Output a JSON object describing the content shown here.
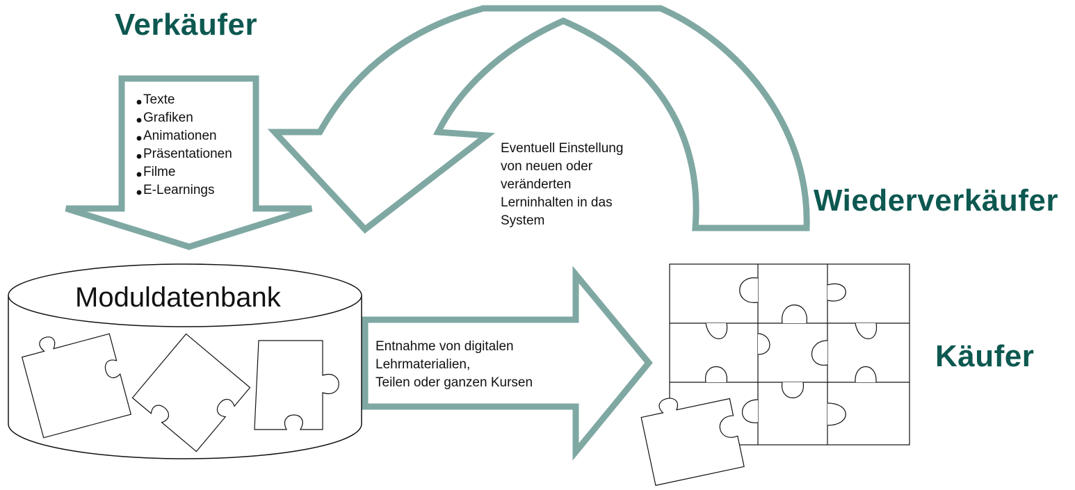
{
  "colors": {
    "heading": "#0d5850",
    "arrow_stroke": "#7fa8a3",
    "text": "#111111",
    "outline": "#111111"
  },
  "roles": {
    "seller": "Verkäufer",
    "reseller": "Wiederverkäufer",
    "buyer": "Käufer"
  },
  "content_types": [
    "Texte",
    "Grafiken",
    "Animationen",
    "Präsentationen",
    "Filme",
    "E-Learnings"
  ],
  "database": {
    "title": "Moduldatenbank"
  },
  "arrows": {
    "retrieval_label": [
      "Entnahme von digitalen",
      "Lehrmaterialien,",
      "Teilen oder ganzen Kursen"
    ],
    "return_label": [
      "Eventuell Einstellung",
      "von neuen oder",
      "veränderten",
      "Lerninhalten in das",
      "System"
    ]
  },
  "icons": {
    "bullet": "bullet-dot-icon",
    "puzzle": "puzzle-piece-icon"
  }
}
